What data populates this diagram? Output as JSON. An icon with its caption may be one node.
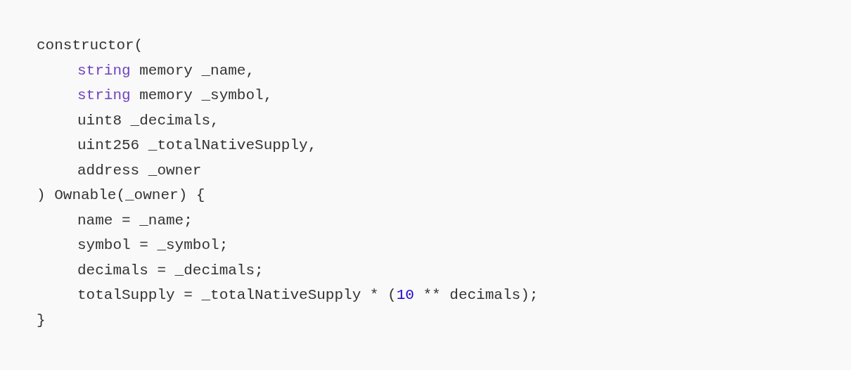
{
  "diagram": {
    "labels": [
      "constructor(",
      "string memory _name,",
      "string memory _symbol,",
      "uint8 _decimals,",
      "uint256 _totalNativeSupply,",
      "address _owner",
      ") Ownable(_owner) {",
      "name = _name;",
      "symbol = _symbol;",
      "decimals = _decimals;",
      "totalSupply = _totalNativeSupply * (10 ** decimals);",
      "}"
    ]
  }
}
